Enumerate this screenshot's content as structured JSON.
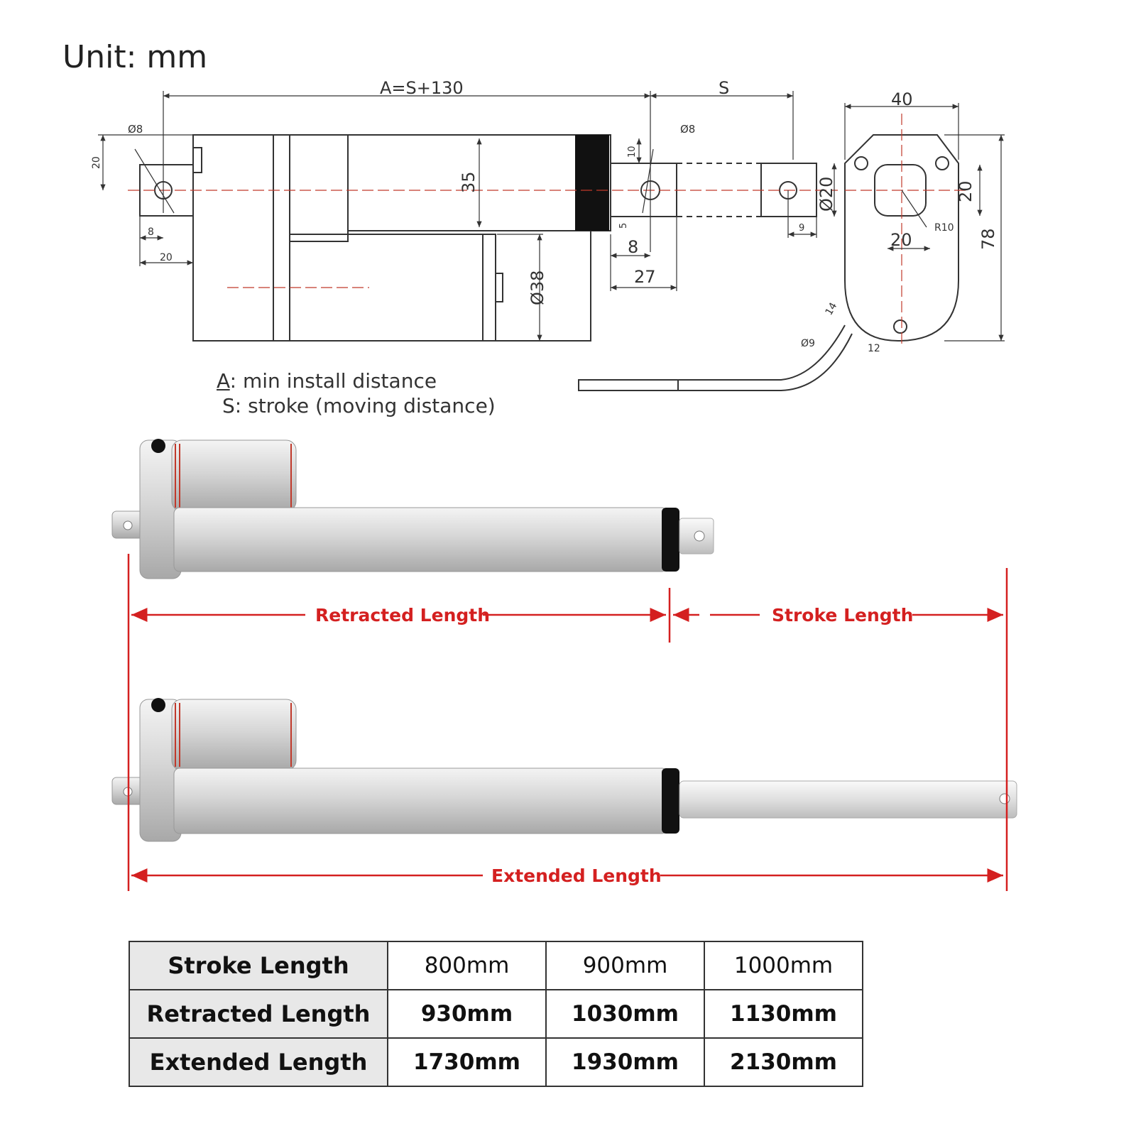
{
  "header": {
    "unit_title": "Unit: mm"
  },
  "drawing": {
    "dims": {
      "a_formula": "A=S+130",
      "s": "S",
      "d8_left": "Ø8",
      "d8_right": "Ø8",
      "h20_left": "20",
      "h35": "35",
      "h10": "10",
      "d20": "Ø20",
      "w8_left": "8",
      "w20_left": "20",
      "h5": "5",
      "w8_rod": "8",
      "w27": "27",
      "d38": "Ø38",
      "w9": "9",
      "w40": "40",
      "h20_side": "20",
      "w20_side": "20",
      "r10": "R10",
      "h78": "78",
      "d9": "Ø9",
      "w14": "14",
      "w12": "12"
    }
  },
  "legend": {
    "a_key": "A",
    "a_text": ": min install distance",
    "s_key": "S",
    "s_text": ": stroke (moving distance)"
  },
  "arrows": {
    "retracted": "Retracted Length",
    "stroke": "Stroke Length",
    "extended": "Extended Length"
  },
  "table": {
    "rows": [
      {
        "label": "Stroke Length",
        "values": [
          "800mm",
          "900mm",
          "1000mm"
        ]
      },
      {
        "label": "Retracted Length",
        "values": [
          "930mm",
          "1030mm",
          "1130mm"
        ]
      },
      {
        "label": "Extended Length",
        "values": [
          "1730mm",
          "1930mm",
          "2130mm"
        ]
      }
    ]
  },
  "colors": {
    "accent_red": "#d42020",
    "line": "#333333",
    "table_header_bg": "#e8e8e8"
  }
}
